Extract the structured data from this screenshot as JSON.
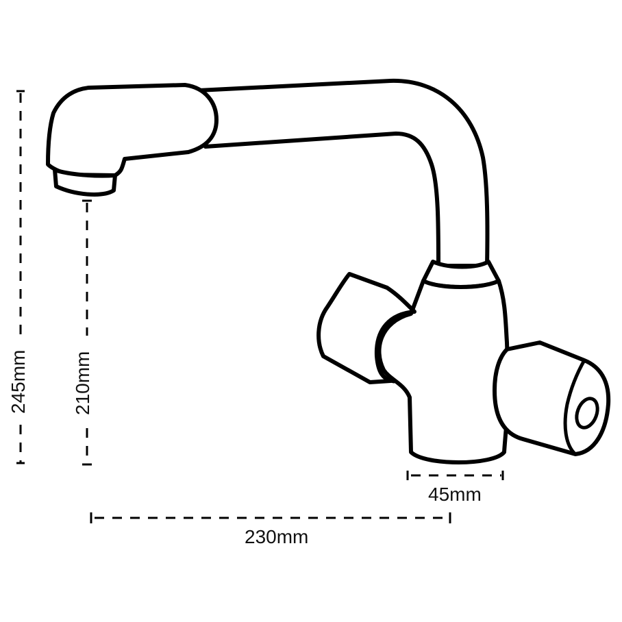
{
  "diagram": {
    "subject": "Mixer tap (dual-handle kitchen faucet) line drawing with dimensions",
    "colors": {
      "line": "#000000",
      "background": "#ffffff"
    },
    "dimensions": {
      "overall_height": {
        "label": "245mm",
        "orientation": "vertical"
      },
      "spout_height": {
        "label": "210mm",
        "orientation": "vertical"
      },
      "spout_reach": {
        "label": "230mm",
        "orientation": "horizontal"
      },
      "base_diameter": {
        "label": "45mm",
        "orientation": "horizontal"
      }
    },
    "parts": [
      "spout-head",
      "aerator",
      "spout-arm",
      "swivel-collar",
      "body",
      "left-handle",
      "right-handle",
      "base"
    ]
  }
}
